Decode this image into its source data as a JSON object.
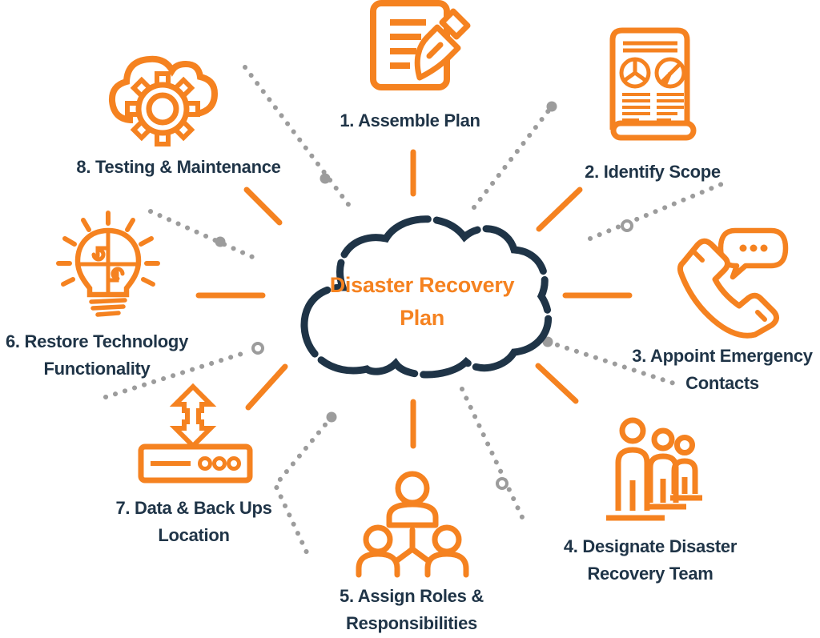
{
  "colors": {
    "orange": "#F58220",
    "navy": "#1F3447",
    "gray": "#9C9C9C",
    "bg": "#FFFFFF"
  },
  "center": {
    "title_line1": "Disaster Recovery",
    "title_line2": "Plan"
  },
  "steps": [
    {
      "num": "1",
      "label_line1": "1. Assemble Plan",
      "label_line2": "",
      "icon": "document-pen-icon"
    },
    {
      "num": "2",
      "label_line1": "2. Identify Scope",
      "label_line2": "",
      "icon": "scroll-report-icon"
    },
    {
      "num": "3",
      "label_line1": "3. Appoint Emergency",
      "label_line2": "Contacts",
      "icon": "phone-chat-icon"
    },
    {
      "num": "4",
      "label_line1": "4. Designate Disaster",
      "label_line2": "Recovery Team",
      "icon": "team-icon"
    },
    {
      "num": "5",
      "label_line1": "5. Assign Roles &",
      "label_line2": "Responsibilities",
      "icon": "org-chart-icon"
    },
    {
      "num": "6",
      "label_line1": "6. Restore Technology",
      "label_line2": "Functionality",
      "icon": "lightbulb-puzzle-icon"
    },
    {
      "num": "7",
      "label_line1": "7. Data & Back Ups",
      "label_line2": "Location",
      "icon": "backup-server-icon"
    },
    {
      "num": "8",
      "label_line1": "8. Testing & Maintenance",
      "label_line2": "",
      "icon": "cloud-gear-icon"
    }
  ]
}
